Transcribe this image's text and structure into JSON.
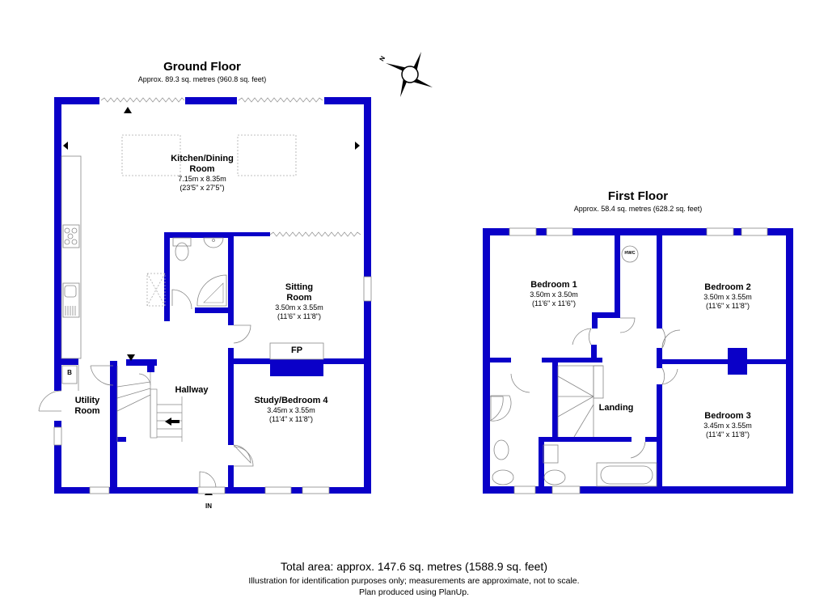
{
  "ground_floor": {
    "title": "Ground Floor",
    "area": "Approx.  89.3 sq. metres (960.8 sq. feet)",
    "rooms": [
      {
        "name": "Kitchen/Dining",
        "name2": "Room",
        "dim_m": "7.15m x 8.35m",
        "dim_ft": "(23'5\" x 27'5\")"
      },
      {
        "name": "Sitting",
        "name2": "Room",
        "dim_m": "3.50m x 3.55m",
        "dim_ft": "(11'6\" x 11'8\")"
      },
      {
        "name": "Study/Bedroom 4",
        "dim_m": "3.45m x 3.55m",
        "dim_ft": "(11'4\" x 11'8\")"
      },
      {
        "name": "Hallway"
      },
      {
        "name": "Utility",
        "name2": "Room"
      }
    ],
    "labels": {
      "fireplace": "FP",
      "boiler": "B",
      "entrance": "IN"
    }
  },
  "first_floor": {
    "title": "First Floor",
    "area": "Approx.  58.4 sq. metres (628.2 sq. feet)",
    "rooms": [
      {
        "name": "Bedroom 1",
        "dim_m": "3.50m x 3.50m",
        "dim_ft": "(11'6\" x 11'6\")"
      },
      {
        "name": "Bedroom 2",
        "dim_m": "3.50m x 3.55m",
        "dim_ft": "(11'6\" x 11'8\")"
      },
      {
        "name": "Bedroom 3",
        "dim_m": "3.45m x 3.55m",
        "dim_ft": "(11'4\" x 11'8\")"
      },
      {
        "name": "Landing"
      }
    ],
    "labels": {
      "hot_water_cylinder": "HWC"
    }
  },
  "compass": {
    "north_label": "N"
  },
  "footer": {
    "total": "Total area: approx. 147.6 sq. metres (1588.9 sq. feet)",
    "note1": "Illustration for identification purposes only; measurements are approximate, not to scale.",
    "note2": "Plan produced using PlanUp."
  },
  "colors": {
    "wall": "#0a00c8",
    "fixture": "#888888",
    "text": "#000000"
  }
}
